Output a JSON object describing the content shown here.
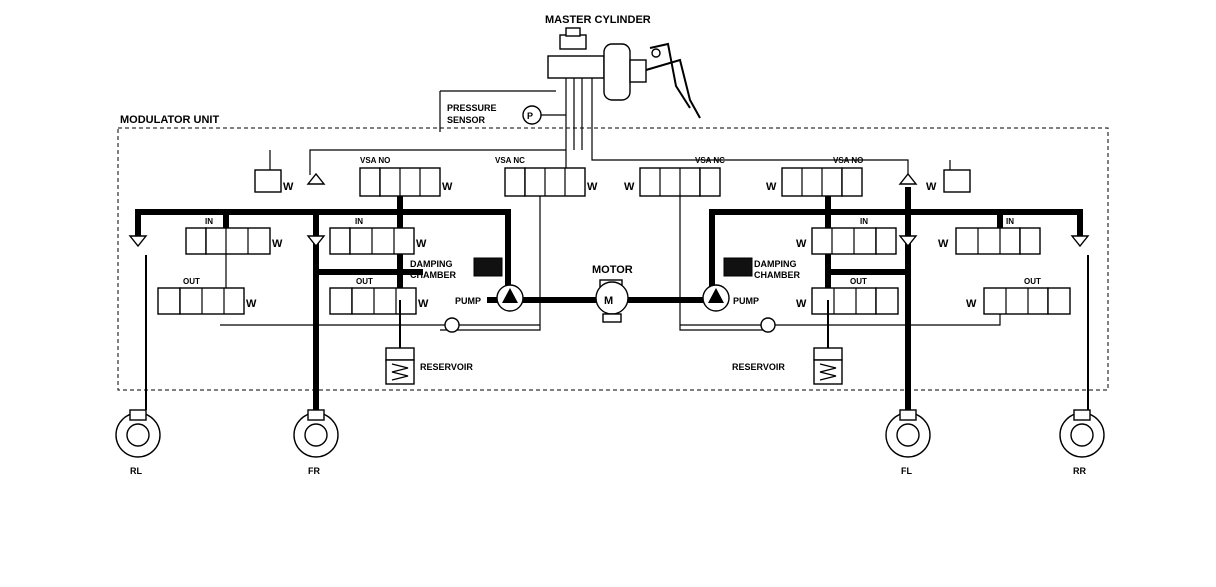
{
  "diagram": {
    "master_cylinder_label": "MASTER CYLINDER",
    "modulator_unit_label": "MODULATOR UNIT",
    "pressure_sensor_label_1": "PRESSURE",
    "pressure_sensor_label_2": "SENSOR",
    "pressure_symbol": "P",
    "motor_label": "MOTOR",
    "motor_symbol": "M",
    "pump_label": "PUMP",
    "reservoir_label": "RESERVOIR",
    "damping_label_1": "DAMPING",
    "damping_label_2": "CHAMBER",
    "valve_vsa_no": "VSA NO",
    "valve_vsa_nc": "VSA NC",
    "valve_in": "IN",
    "valve_out": "OUT",
    "spring_symbol": "W",
    "wheels": {
      "rl": "RL",
      "fr": "FR",
      "fl": "FL",
      "rr": "RR"
    }
  }
}
